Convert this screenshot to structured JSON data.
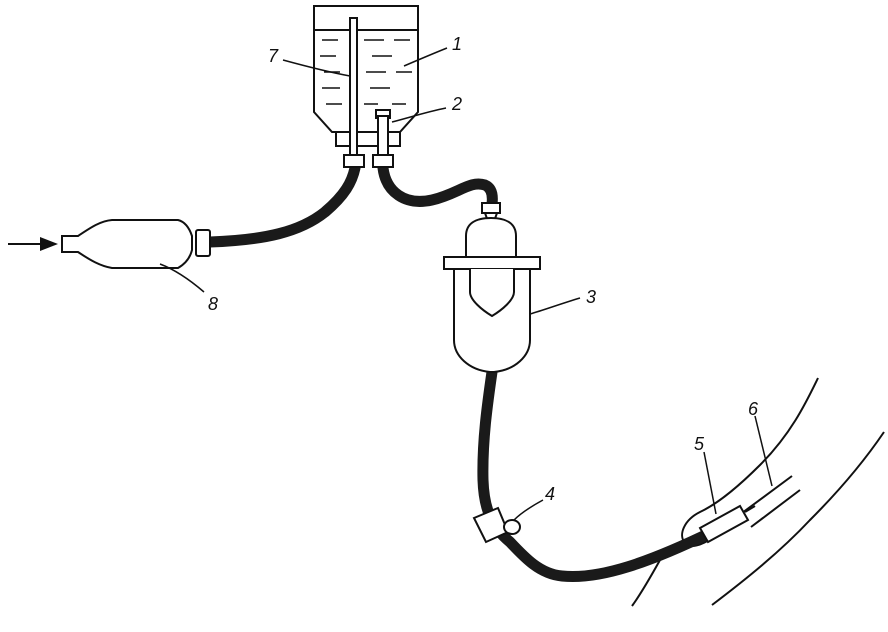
{
  "diagram": {
    "labels": {
      "bottle": "1",
      "outlet_tube": "2",
      "drip_chamber": "3",
      "clamp": "4",
      "needle": "5",
      "vein": "6",
      "air_tube": "7",
      "bulb": "8"
    },
    "colors": {
      "ink": "#111111",
      "tubing": "#1a1a1a",
      "background": "#ffffff"
    }
  }
}
